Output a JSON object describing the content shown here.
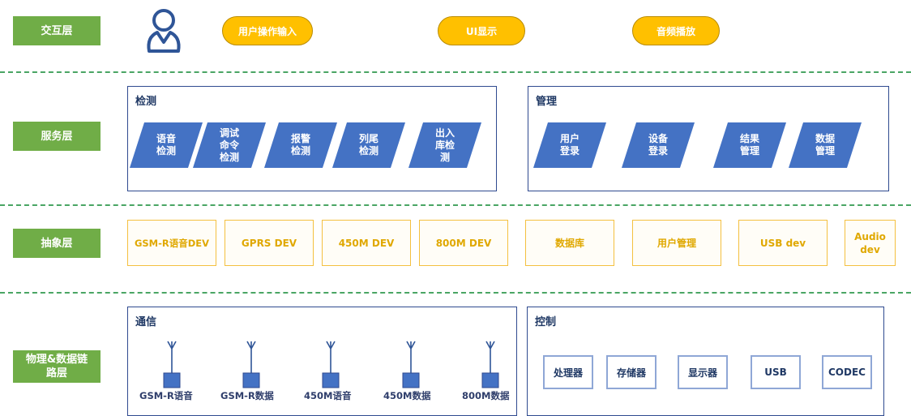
{
  "layers": {
    "interaction": "交互层",
    "service": "服务层",
    "abstraction": "抽象层",
    "physical": "物理&数据链\n路层"
  },
  "interaction": {
    "user_icon": "user-icon",
    "pills": [
      "用户操作输入",
      "UI显示",
      "音频播放"
    ]
  },
  "service": {
    "detection": {
      "title": "检测",
      "items": [
        "语音\n检测",
        "调试\n命令\n检测",
        "报警\n检测",
        "列尾\n检测",
        "出入\n库检\n测"
      ]
    },
    "management": {
      "title": "管理",
      "items": [
        "用户\n登录",
        "设备\n登录",
        "结果\n管理",
        "数据\n管理"
      ]
    }
  },
  "abstraction": {
    "items": [
      "GSM-R语音DEV",
      "GPRS DEV",
      "450M DEV",
      "800M DEV",
      "数据库",
      "用户管理",
      "USB dev",
      "Audio\ndev"
    ]
  },
  "physical": {
    "communication": {
      "title": "通信",
      "radios": [
        "GSM-R语音",
        "GSM-R数据",
        "450M语音",
        "450M数据",
        "800M数据"
      ]
    },
    "control": {
      "title": "控制",
      "items": [
        "处理器",
        "存储器",
        "显示器",
        "USB",
        "CODEC"
      ]
    }
  },
  "colors": {
    "layer_green": "#70ad47",
    "divider_green": "#4aa564",
    "pill_yellow": "#ffc000",
    "service_blue": "#4472c4",
    "abstraction_orange": "#f4c040",
    "frame_navy": "#2f4a8f"
  }
}
